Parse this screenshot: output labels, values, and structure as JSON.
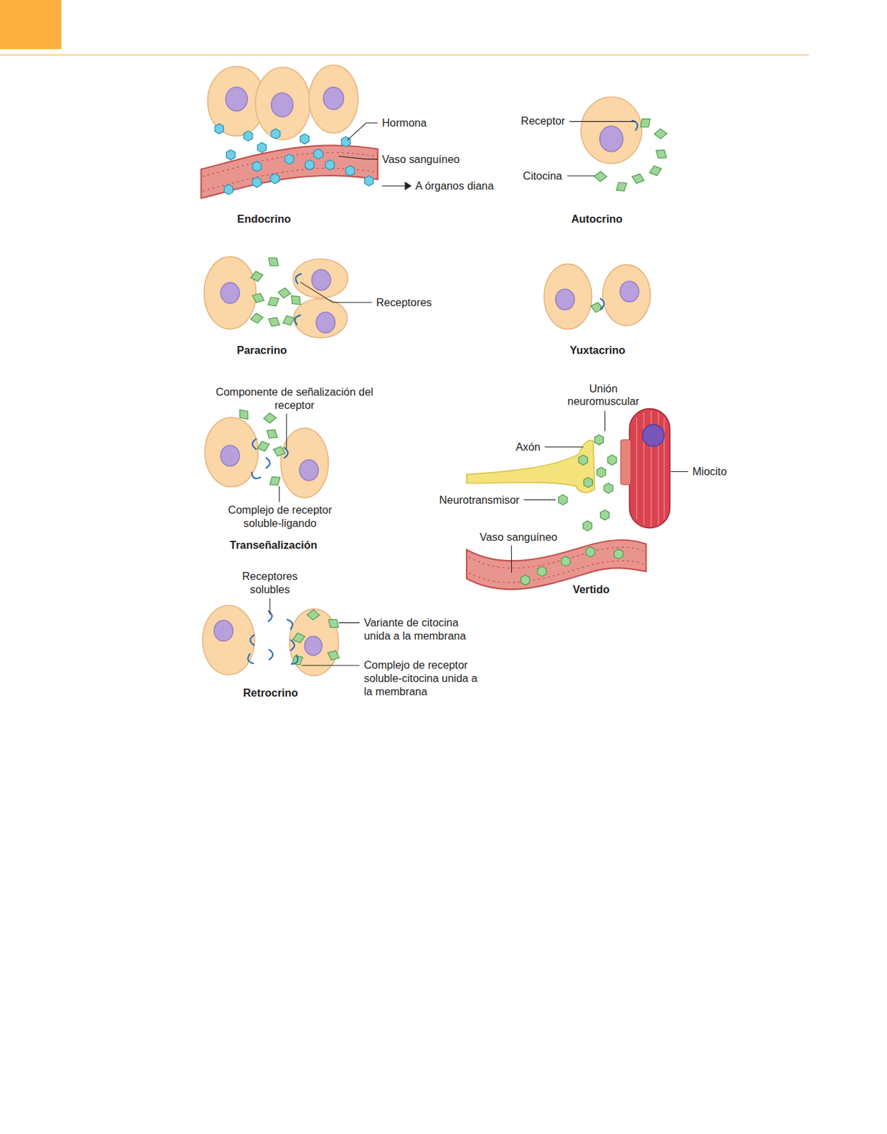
{
  "diagram": {
    "labels": [
      "Hormona",
      "Vaso sanguíneo",
      "A órganos diana",
      "Endocrino",
      "Receptor",
      "Citocina",
      "Autocrino",
      "Receptores",
      "Paracrino",
      "Yuxtacrino",
      "Componente de señalización del receptor",
      "Complejo de receptor soluble-ligando",
      "Transeñalización",
      "Unión neuromuscular",
      "Axón",
      "Miocito",
      "Neurotransmisor",
      "Vaso sanguíneo",
      "Vertido",
      "Receptores solubles",
      "Variante de citocina unida a la membrana",
      "Complejo de receptor soluble-citocina unida a la membrana",
      "Retrocrino"
    ]
  }
}
